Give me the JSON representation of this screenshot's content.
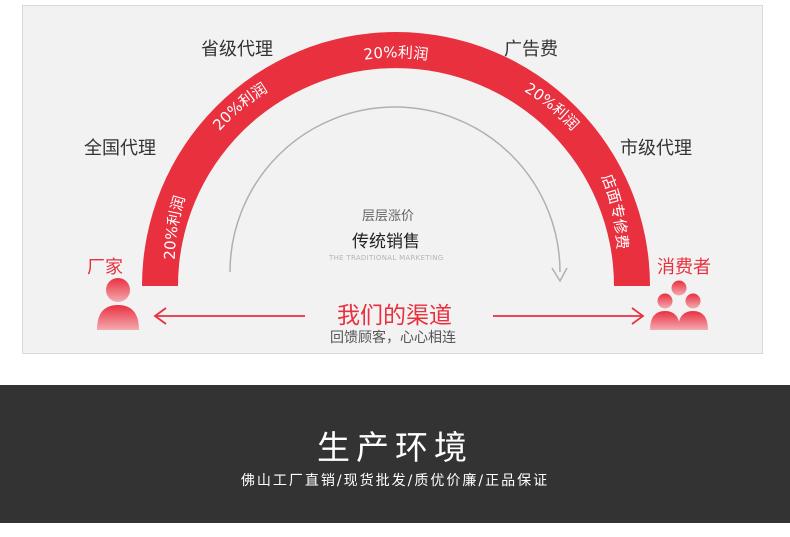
{
  "arc": {
    "segments": [
      "20%利润",
      "20%利润",
      "20%利润",
      "20%利润",
      "店面专修费"
    ]
  },
  "stages": {
    "provincial_agent": "省级代理",
    "advertising": "广告费",
    "national_agent": "全国代理",
    "city_agent": "市级代理"
  },
  "factory": {
    "label": "厂家",
    "icon": "person-icon"
  },
  "consumer": {
    "label": "消费者",
    "icon": "group-icon"
  },
  "center": {
    "subtitle": "层层涨价",
    "title": "传统销售",
    "english": "THE TRADITIONAL MARKETING"
  },
  "channel": {
    "title": "我们的渠道",
    "subtitle": "回馈顾客，心心相连"
  },
  "footer": {
    "title": "生产环境",
    "subtitle": "佛山工厂直销/现货批发/质优价廉/正品保证"
  },
  "colors": {
    "accent": "#e8303f",
    "panel_bg": "#f2f2f2",
    "footer_bg": "#333333"
  }
}
